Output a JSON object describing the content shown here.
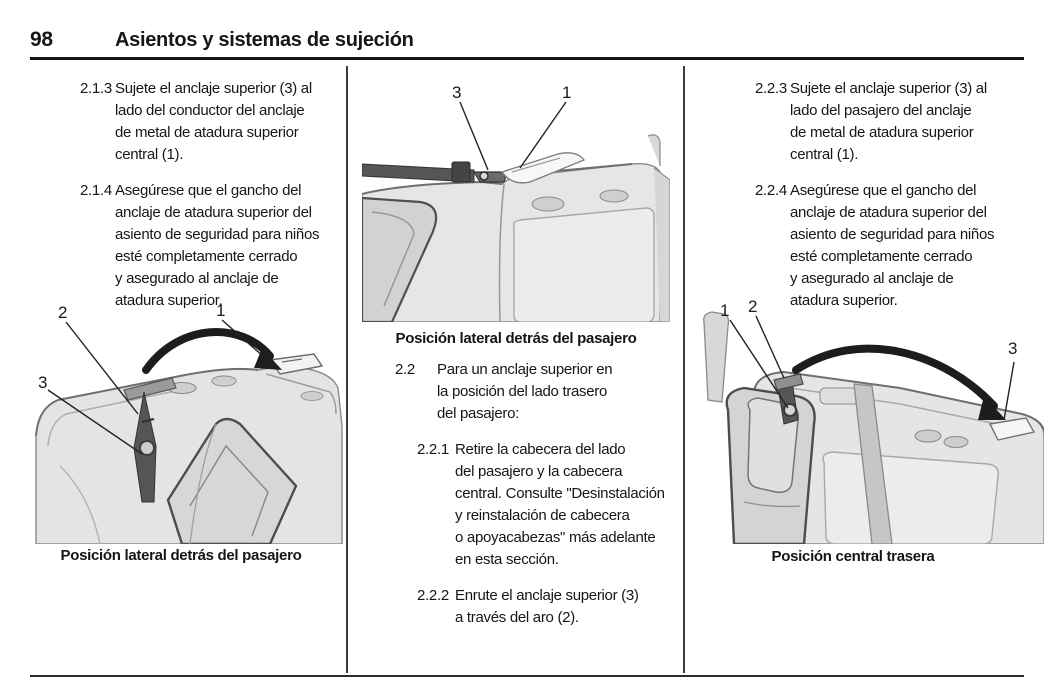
{
  "header": {
    "page_number": "98",
    "title": "Asientos y sistemas de sujeción"
  },
  "columns": [
    {
      "paragraphs": [
        {
          "num": "2.1.3",
          "text": "Sujete el anclaje superior (3) al\nlado del conductor del anclaje\nde metal de atadura superior\ncentral (1)."
        },
        {
          "num": "2.1.4",
          "text": "Asegúrese que el gancho del\nanclaje de atadura superior del\nasiento de seguridad para niños\nesté completamente cerrado\ny asegurado al anclaje de\natadura superior."
        }
      ],
      "figure": {
        "labels": {
          "l1": "2",
          "l2": "1",
          "l3": "3"
        },
        "caption": "Posición lateral detrás del pasajero"
      }
    },
    {
      "figure": {
        "labels": {
          "l1": "3",
          "l2": "1"
        },
        "caption": "Posición lateral detrás del pasajero"
      },
      "paragraphs": [
        {
          "num": "2.2",
          "text": "Para un anclaje superior en\nla posición del lado trasero\ndel pasajero:"
        },
        {
          "num": "2.2.1",
          "text": "Retire la cabecera del lado\ndel pasajero y la cabecera\ncentral. Consulte \"Desinstalación\ny reinstalación de cabecera\no apoyacabezas\" más adelante\nen esta sección."
        },
        {
          "num": "2.2.2",
          "text": "Enrute el anclaje superior (3)\na través del aro (2)."
        }
      ]
    },
    {
      "paragraphs": [
        {
          "num": "2.2.3",
          "text": "Sujete el anclaje superior (3) al\nlado del pasajero del anclaje\nde metal de atadura superior\ncentral (1)."
        },
        {
          "num": "2.2.4",
          "text": "Asegúrese que el gancho del\nanclaje de atadura superior del\nasiento de seguridad para niños\nesté completamente cerrado\ny asegurado al anclaje de\natadura superior."
        }
      ],
      "figure": {
        "labels": {
          "l1": "1",
          "l2": "2",
          "l3": "3"
        },
        "caption": "Posición central trasera"
      }
    }
  ],
  "colors": {
    "text": "#161616",
    "rule": "#141414",
    "divider": "#3d3d3d",
    "seat_light": "#e7e7e7",
    "seat_mid": "#d3d3d3",
    "seat_dark": "#bfbfbf",
    "strap": "#515151",
    "arrow": "#1d1d1d"
  }
}
